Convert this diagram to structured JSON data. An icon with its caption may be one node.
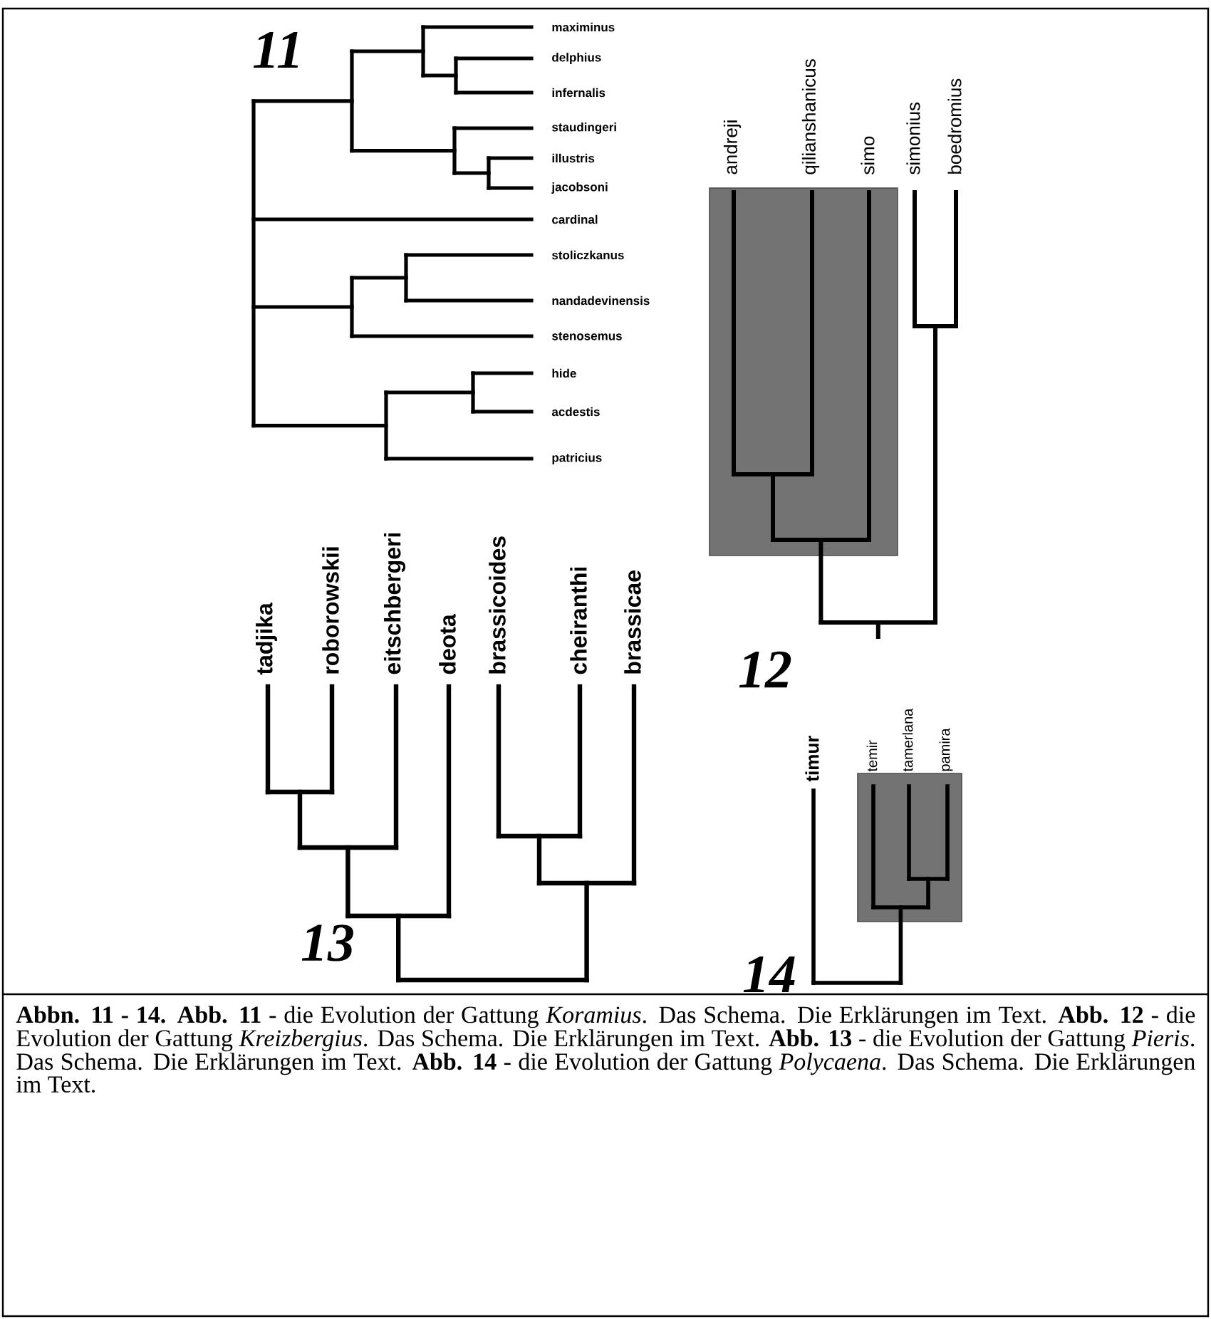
{
  "diagram": {
    "caption": "**Abbn. 11 - 14. Abb. 11** - die Evolution der Gattung *Koramius*. Das Schema. Die Erklärungen im Text. **Abb. 12** - die Evolution der Gattung *Kreizbergius*. Das Schema. Die Erklärungen im Text. **Abb. 13** - die Evolution der Gattung *Pieris*. Das Schema. Die Erklärungen im Text. **Abb. 14** - die Evolution der Gattung *Polycaena*. Das Schema. Die Erklärungen im Text.",
    "labels": [
      "11",
      "maximinus",
      "delphius",
      "infernalis",
      "staudingeri",
      "illustris",
      "jacobsoni",
      "cardinal",
      "stoliczkanus",
      "nandadevinensis",
      "stenosemus",
      "hide",
      "acdestis",
      "patricius",
      "andreji",
      "qilianshanicus",
      "simo",
      "simonius",
      "boedromius",
      "12",
      "tadjika",
      "roborowskii",
      "eitschbergeri",
      "deota",
      "brassicoides",
      "cheiranthi",
      "brassicae",
      "13",
      "timur",
      "temir",
      "tamerlana",
      "pamira",
      "14"
    ]
  }
}
